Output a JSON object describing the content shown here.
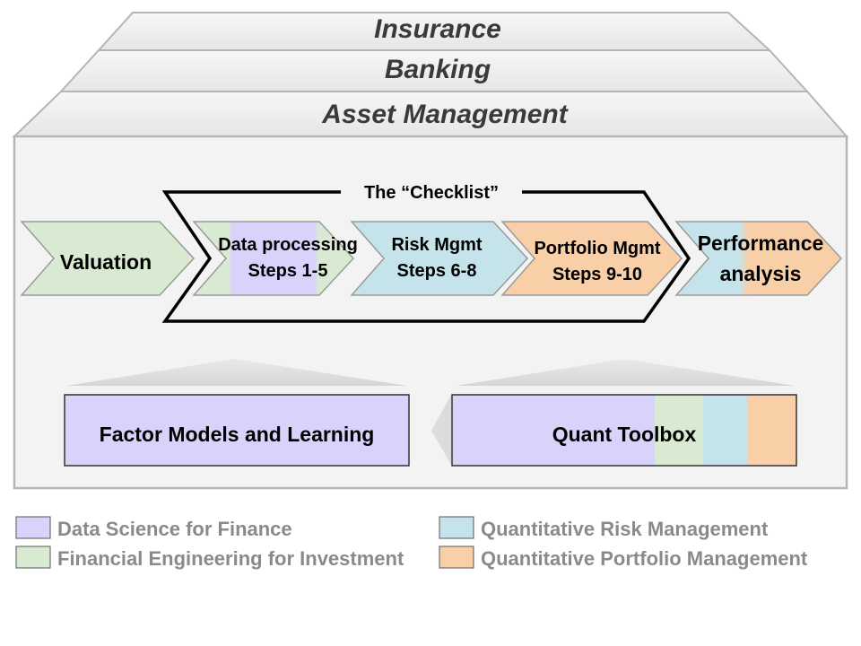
{
  "tiers": {
    "insurance": "Insurance",
    "banking": "Banking",
    "asset_management": "Asset Management"
  },
  "checklist": {
    "title": "The “Checklist”"
  },
  "steps": {
    "valuation": "Valuation",
    "data_processing": [
      "Data processing",
      "Steps 1-5"
    ],
    "risk_mgmt": [
      "Risk Mgmt",
      "Steps 6-8"
    ],
    "portfolio_mgmt": [
      "Portfolio Mgmt",
      "Steps 9-10"
    ],
    "performance": [
      "Performance",
      "analysis"
    ]
  },
  "boxes": {
    "factor_models": "Factor Models and Learning",
    "quant_toolbox": "Quant Toolbox"
  },
  "legend": [
    {
      "label": "Data Science for Finance",
      "color": "#d9d2fb"
    },
    {
      "label": "Financial Engineering for Investment",
      "color": "#d9ead3"
    },
    {
      "label": "Quantitative Risk Management",
      "color": "#c5e3ea"
    },
    {
      "label": "Quantitative Portfolio Management",
      "color": "#f8cfa6"
    }
  ],
  "colors": {
    "purple": "#d9d2fb",
    "green": "#d9ead3",
    "blue": "#c5e3ea",
    "orange": "#f8cfa6",
    "roof": "#f2f2f2",
    "panel": "#f3f3f3",
    "outline": "#b5b5b5"
  }
}
